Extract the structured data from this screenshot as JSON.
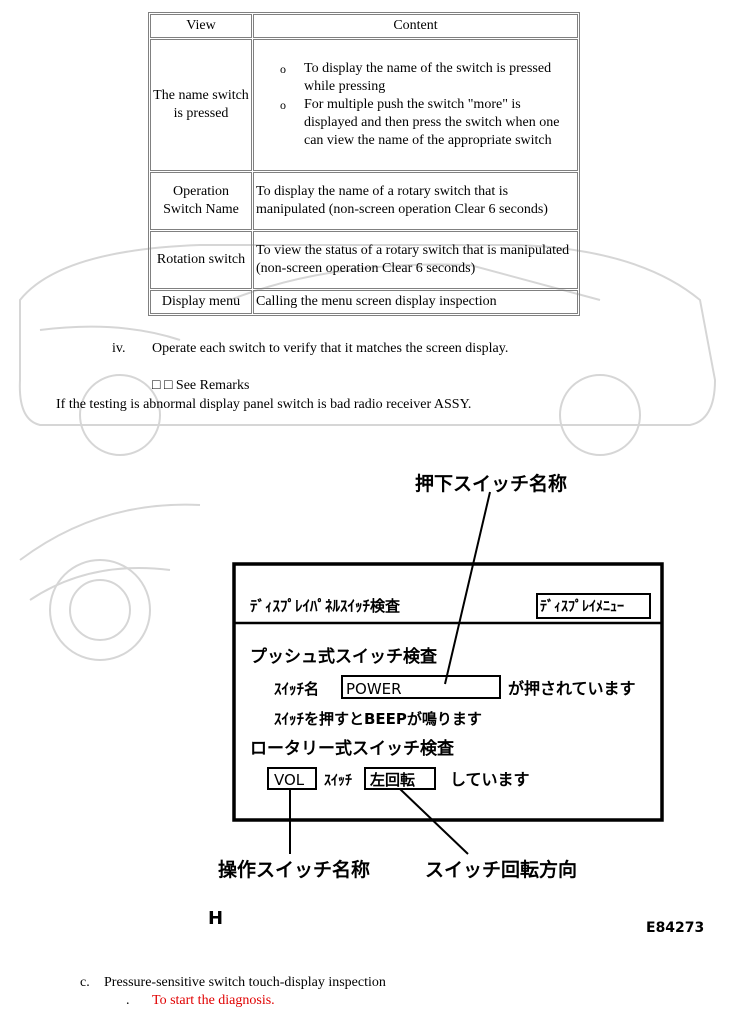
{
  "table": {
    "headers": [
      "View",
      "Content"
    ],
    "rows": [
      {
        "view": "The name switch is pressed",
        "bullets": [
          "To display the name of the switch is pressed while pressing",
          "For multiple push the switch \"more\" is displayed and then press the switch when one can view the name of the appropriate switch"
        ]
      },
      {
        "view": "Operation Switch Name",
        "content": "To display the name of a rotary switch that is manipulated (non-screen operation Clear 6 seconds)"
      },
      {
        "view": "Rotation switch",
        "content": "To view the status of a rotary switch that is manipulated (non-screen operation Clear 6 seconds)"
      },
      {
        "view": "Display menu",
        "content": "Calling the menu screen display inspection"
      }
    ]
  },
  "step": {
    "num": "iv.",
    "text": "Operate each switch to verify that it matches the screen display."
  },
  "remarks": "□ □ See Remarks",
  "abnormal": "If the testing is abnormal display panel switch is bad radio receiver ASSY.",
  "diagram": {
    "callout_top": "押下スイッチ名称",
    "screen_title": "ﾃﾞｨｽﾌﾟﾚｲﾊﾟﾈﾙｽｲｯﾁ検査",
    "menu_button": "ﾃﾞｨｽﾌﾟﾚｲﾒﾆｭｰ",
    "push_heading": "プッシュ式スイッチ検査",
    "switch_name_label": "ｽｲｯﾁ名",
    "switch_name_value": "POWER",
    "pressed_text": "が押されています",
    "beep_text": "ｽｲｯﾁを押すとBEEPが鳴ります",
    "rotary_heading": "ロータリー式スイッチ検査",
    "rotary_value": "VOL",
    "rotary_switch_label": "ｽｲｯﾁ",
    "rotation_value": "左回転",
    "rotating_text": "しています",
    "callout_left": "操作スイッチ名称",
    "callout_right": "スイッチ回転方向",
    "letter": "H",
    "figure_id": "E84273"
  },
  "sub": {
    "num": "c.",
    "text": "Pressure-sensitive switch touch-display inspection",
    "bullet": ".",
    "start": "To start the diagnosis."
  },
  "colors": {
    "link_red": "#e00000",
    "watermark": "#d4d4d4"
  }
}
